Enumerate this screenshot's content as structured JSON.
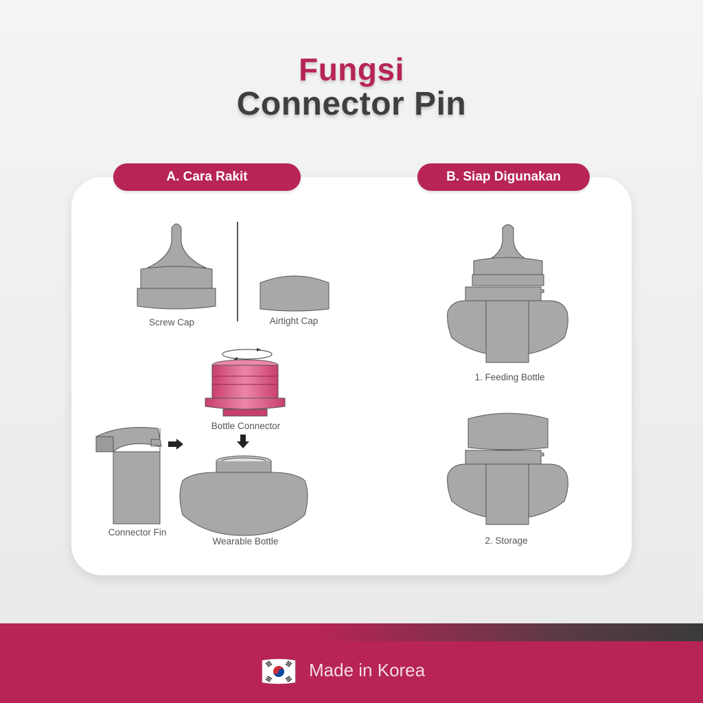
{
  "header": {
    "title_line1": "Fungsi",
    "title_line2": "Connector Pin"
  },
  "sections": {
    "a_label": "A. Cara Rakit",
    "b_label": "B. Siap Digunakan"
  },
  "parts": {
    "screw_cap": "Screw Cap",
    "airtight_cap": "Airtight Cap",
    "bottle_connector": "Bottle Connector",
    "connector_fin": "Connector Fin",
    "wearable_bottle": "Wearable Bottle"
  },
  "results": {
    "feeding_bottle": "1. Feeding Bottle",
    "storage": "2. Storage"
  },
  "footer": {
    "made_in": "Made in Korea"
  },
  "colors": {
    "brand": "#b72455",
    "part_gray": "#a7a8aa",
    "connector_pink": "#e0668f"
  }
}
